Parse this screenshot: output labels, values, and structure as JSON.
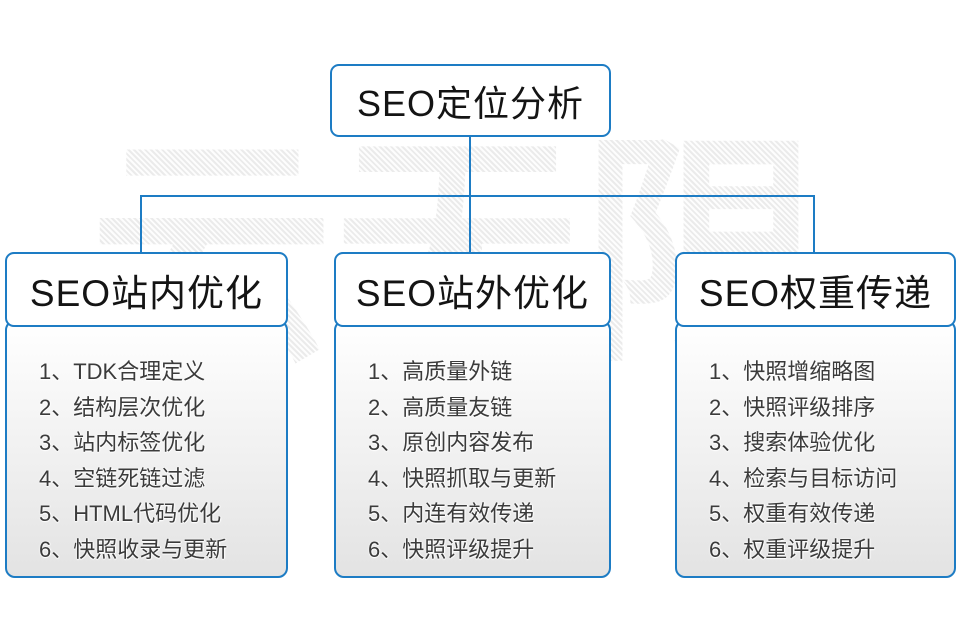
{
  "watermark": {
    "text": "云无限",
    "color": "#ebebeb"
  },
  "root": {
    "title": "SEO定位分析"
  },
  "colors": {
    "accent": "#1d7cc4",
    "body_gradient_bottom": "#e3e3e3",
    "item_text": "#3b3b3b"
  },
  "columns": [
    {
      "title": "SEO站内优化",
      "items": [
        "1、TDK合理定义",
        "2、结构层次优化",
        "3、站内标签优化",
        "4、空链死链过滤",
        "5、HTML代码优化",
        "6、快照收录与更新"
      ]
    },
    {
      "title": "SEO站外优化",
      "items": [
        "1、高质量外链",
        "2、高质量友链",
        "3、原创内容发布",
        "4、快照抓取与更新",
        "5、内连有效传递",
        "6、快照评级提升"
      ]
    },
    {
      "title": "SEO权重传递",
      "items": [
        "1、快照增缩略图",
        "2、快照评级排序",
        "3、搜索体验优化",
        "4、检索与目标访问",
        "5、权重有效传递",
        "6、权重评级提升"
      ]
    }
  ]
}
